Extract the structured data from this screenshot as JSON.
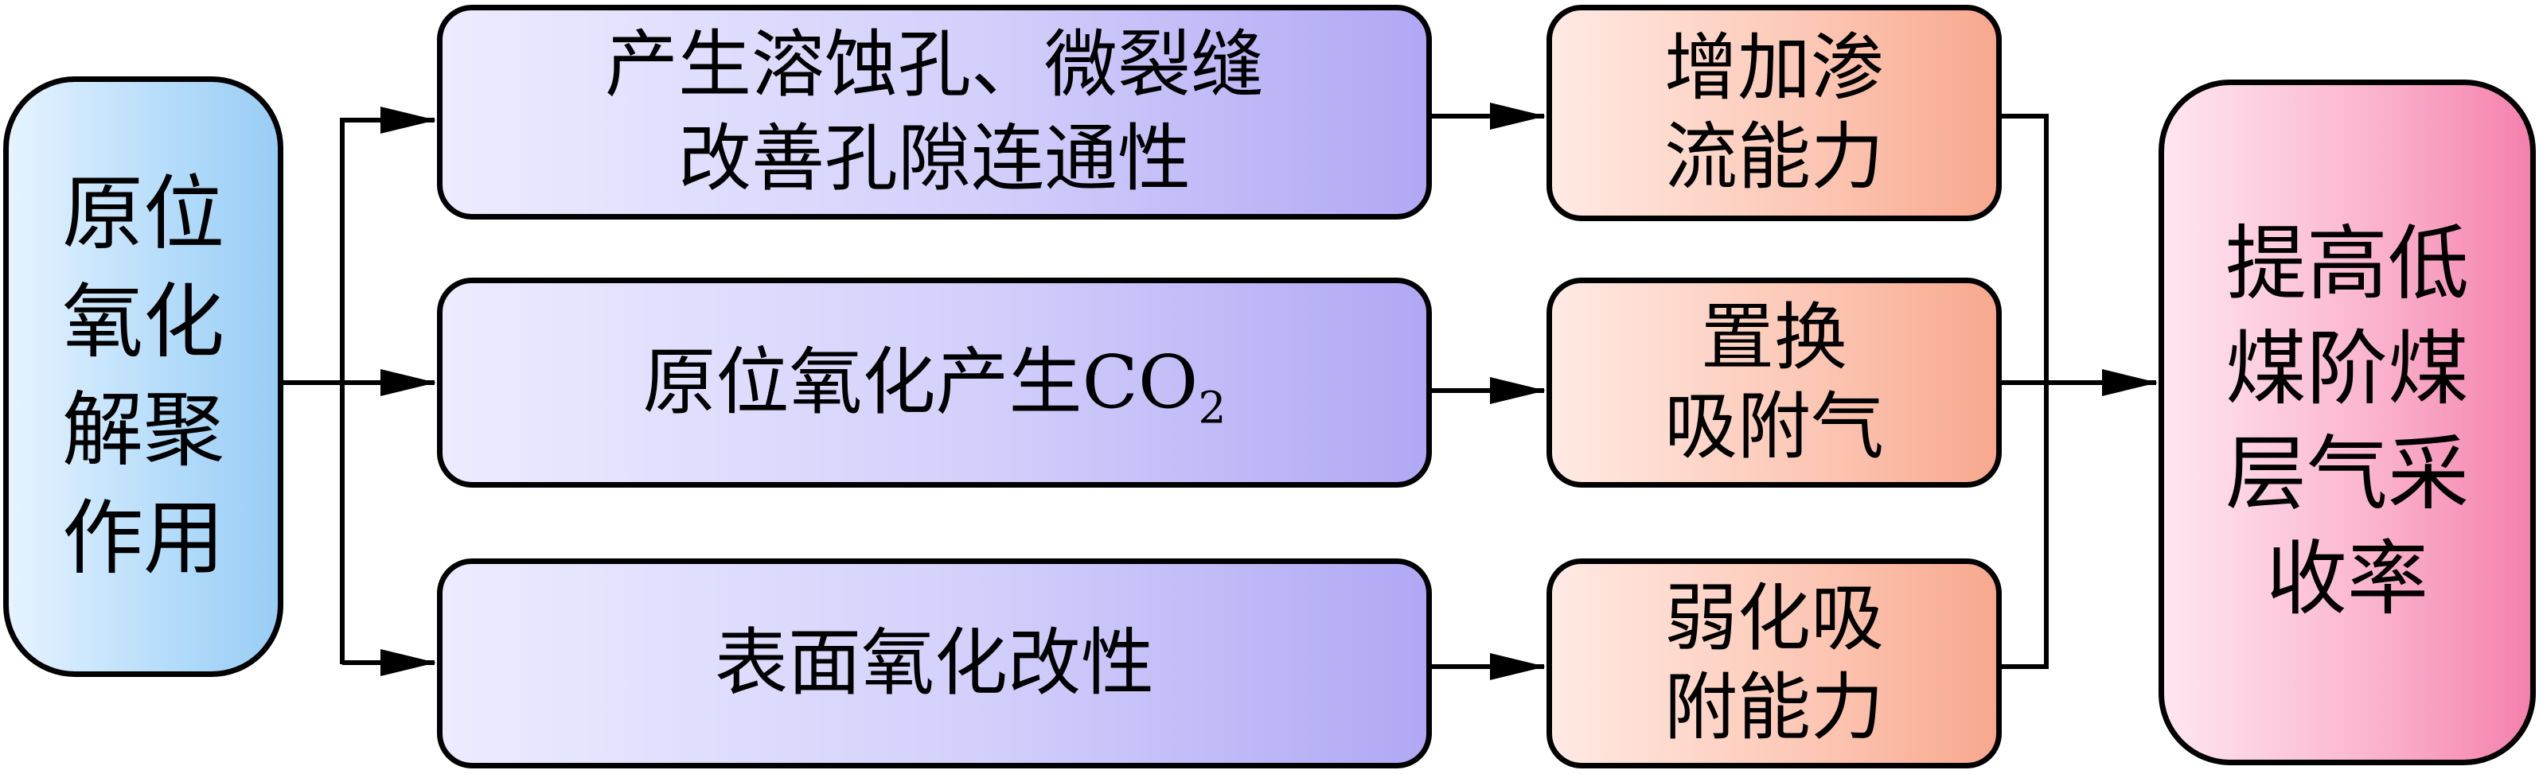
{
  "nodes": {
    "source": "原位\n氧化\n解聚\n作用",
    "pores": "产生溶蚀孔、微裂缝\n改善孔隙连通性",
    "co2_main": "原位氧化产生CO",
    "co2_sub": "2",
    "surface": "表面氧化改性",
    "seepage": "增加渗\n流能力",
    "replace": "置换\n吸附气",
    "weaken": "弱化吸\n附能力",
    "target": "提高低\n煤阶煤\n层气采\n收率"
  }
}
